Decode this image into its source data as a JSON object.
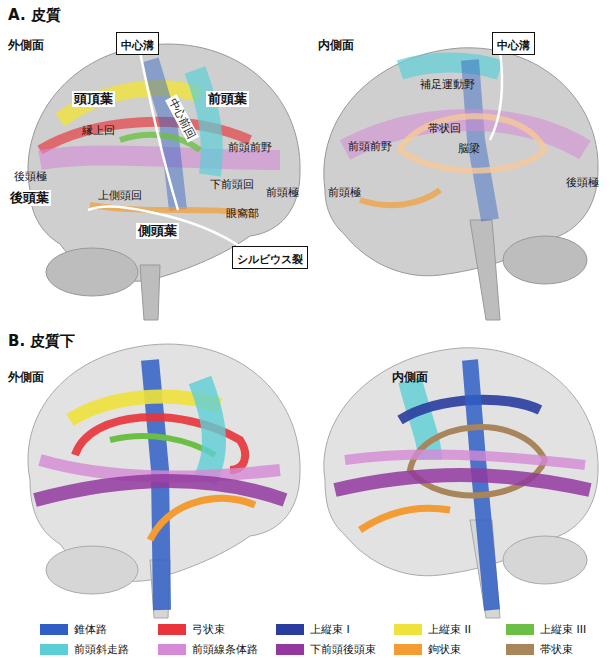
{
  "diagram": {
    "nodes": [
      {
        "text": [
          "中心溝"
        ]
      },
      {
        "text": [
          "中心溝"
        ]
      },
      {
        "text": [
          "シルビウス裂"
        ]
      }
    ],
    "labels": [
      "A. 皮質",
      "外側面",
      "内側面",
      "頭頂葉",
      "前頭葉",
      "縁上回",
      "中心前回",
      "前頭前野",
      "後頭極",
      "後頭葉",
      "上側頭回",
      "下前頭回",
      "前頭極",
      "眼窩部",
      "側頭葉",
      "補足運動野",
      "帯状回",
      "前頭前野",
      "脳梁",
      "前頭極",
      "後頭極",
      "B. 皮質下",
      "外側面",
      "内側面"
    ],
    "legend": [
      {
        "text": "錐体路",
        "color": "#2f5fc4"
      },
      {
        "text": "弓状束",
        "color": "#e8343a"
      },
      {
        "text": "上縦束 I",
        "color": "#2a3d9e"
      },
      {
        "text": "上縦束 II",
        "color": "#f0e23c"
      },
      {
        "text": "上縦束 III",
        "color": "#6cbf45"
      },
      {
        "text": "前頭斜走路",
        "color": "#5ccfd6"
      },
      {
        "text": "前頭線条体路",
        "color": "#d48ad6"
      },
      {
        "text": "下前頭後頭束",
        "color": "#93389f"
      },
      {
        "text": "鉤状束",
        "color": "#f39c34"
      },
      {
        "text": "帯状束",
        "color": "#a8855a"
      }
    ]
  }
}
